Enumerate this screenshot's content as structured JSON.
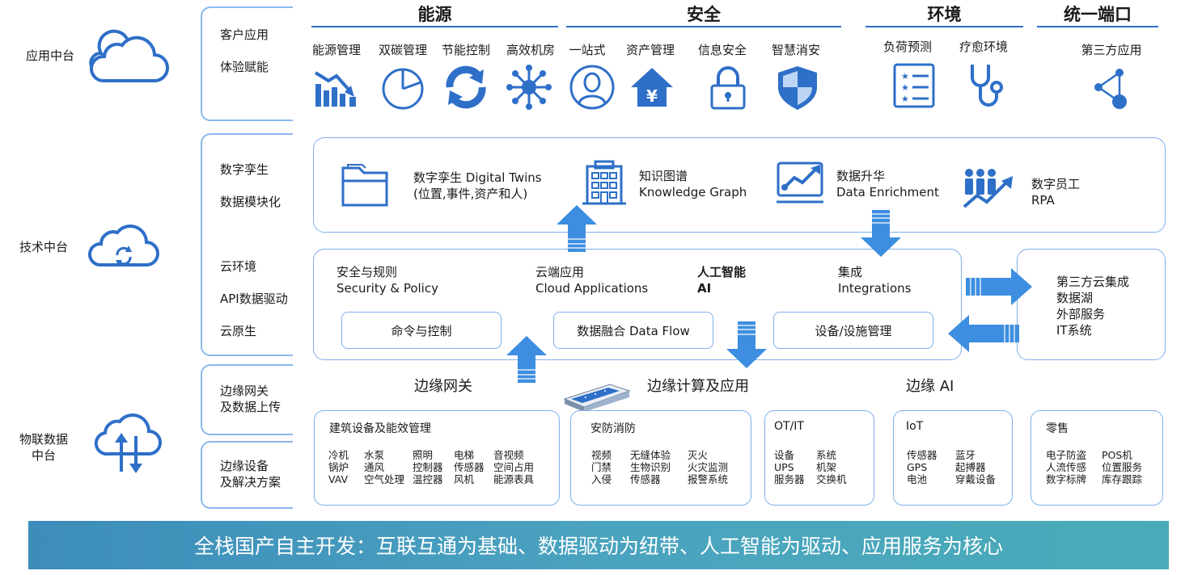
{
  "tiers": {
    "app": "应用中台",
    "tech": "技术中台",
    "iot_line1": "物联数据",
    "iot_line2": "中台"
  },
  "brackets": {
    "b1": [
      "客户应用",
      "体验赋能"
    ],
    "b2a": [
      "数字孪生",
      "数据模块化"
    ],
    "b2b": [
      "云环境",
      "API数据驱动",
      "云原生"
    ],
    "b3": [
      "边缘网关",
      "及数据上传"
    ],
    "b4": [
      "边缘设备",
      "及解决方案"
    ]
  },
  "sections": {
    "energy": "能源",
    "safety": "安全",
    "env": "环境",
    "port": "统一端口"
  },
  "apps": [
    {
      "label": "能源管理",
      "icon": "energy-chart-icon"
    },
    {
      "label": "双碳管理",
      "icon": "pie-chart-icon"
    },
    {
      "label": "节能控制",
      "icon": "refresh-icon"
    },
    {
      "label": "高效机房",
      "icon": "network-node-icon"
    },
    {
      "label": "一站式",
      "icon": "user-icon"
    },
    {
      "label": "资产管理",
      "icon": "house-yen-icon"
    },
    {
      "label": "信息安全",
      "icon": "lock-icon"
    },
    {
      "label": "智慧消安",
      "icon": "shield-icon"
    },
    {
      "label": "负荷预测",
      "icon": "checklist-icon"
    },
    {
      "label": "疗愈环境",
      "icon": "stethoscope-icon"
    },
    {
      "label": "第三方应用",
      "icon": "share-icon"
    }
  ],
  "twins_panel": {
    "items": [
      {
        "line1": "数字孪生 Digital Twins",
        "line2": "(位置,事件,资产和人)",
        "icon": "folder-icon"
      },
      {
        "line1": "知识图谱",
        "line2": "Knowledge Graph",
        "icon": "building-icon"
      },
      {
        "line1": "数据升华",
        "line2": "Data Enrichment",
        "icon": "trend-chart-icon"
      },
      {
        "line1": "数字员工",
        "line2": "RPA",
        "icon": "people-growth-icon"
      }
    ]
  },
  "cloud_panel": {
    "items": [
      {
        "line1": "安全与规则",
        "line2": "Security & Policy"
      },
      {
        "line1": "云端应用",
        "line2": "Cloud Applications"
      },
      {
        "line1": "人工智能",
        "line2": "AI"
      },
      {
        "line1": "集成",
        "line2": "Integrations"
      }
    ],
    "pills": [
      "命令与控制",
      "数据融合 Data Flow",
      "设备/设施管理"
    ]
  },
  "third_party": [
    "第三方云集成",
    "数据湖",
    "外部服务",
    "IT系统"
  ],
  "edge_heads": [
    "边缘网关",
    "边缘计算及应用",
    "边缘 AI"
  ],
  "edge_boxes": [
    {
      "title": "建筑设备及能效管理",
      "cols": [
        [
          "冷机",
          "锅炉",
          "VAV"
        ],
        [
          "水泵",
          "通风",
          "空气处理"
        ],
        [
          "照明",
          "控制器",
          "温控器"
        ],
        [
          "电梯",
          "传感器",
          "风机"
        ],
        [
          "音视频",
          "空间占用",
          "能源表具"
        ]
      ]
    },
    {
      "title": "安防消防",
      "cols": [
        [
          "视频",
          "门禁",
          "入侵"
        ],
        [
          "无缝体验",
          "生物识别",
          "传感器"
        ],
        [
          "灭火",
          "火灾监测",
          "报警系统"
        ]
      ]
    },
    {
      "title": "OT/IT",
      "cols": [
        [
          "设备",
          "UPS",
          "服务器"
        ],
        [
          "系统",
          "机架",
          "交换机"
        ]
      ]
    },
    {
      "title": "IoT",
      "cols": [
        [
          "传感器",
          "GPS",
          "电池"
        ],
        [
          "蓝牙",
          "起搏器",
          "穿戴设备"
        ]
      ]
    },
    {
      "title": "零售",
      "cols": [
        [
          "电子防盗",
          "人流传感",
          "数字标牌"
        ],
        [
          "POS机",
          "位置服务",
          "库存跟踪"
        ]
      ]
    }
  ],
  "banner": "全栈国产自主开发：互联互通为基础、数据驱动为纽带、人工智能为驱动、应用服务为核心",
  "colors": {
    "accent": "#2e6fc8",
    "light_border": "#7fb0ec",
    "banner": "#4aa3bf"
  }
}
